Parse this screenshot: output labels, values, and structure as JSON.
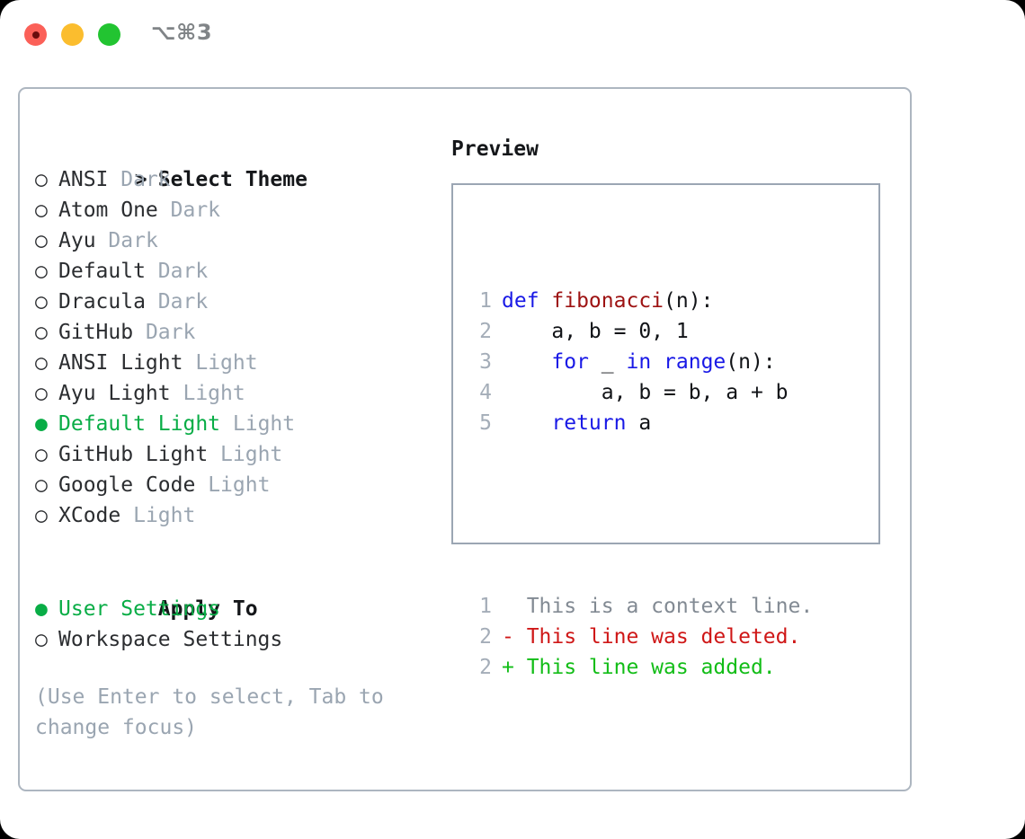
{
  "window": {
    "traffic_lights": [
      {
        "name": "close",
        "color": "#fb6058"
      },
      {
        "name": "minimize",
        "color": "#fbbd2e"
      },
      {
        "name": "zoom",
        "color": "#22c431"
      }
    ],
    "shortcut": "⌥⌘3"
  },
  "theme_list": {
    "heading_prefix": ">",
    "heading": "Select Theme",
    "unselected_bullet": "○",
    "selected_bullet": "●",
    "selected_color": "#09ad46",
    "items": [
      {
        "name": "ANSI",
        "tag": "Dark",
        "selected": false
      },
      {
        "name": "Atom One",
        "tag": "Dark",
        "selected": false
      },
      {
        "name": "Ayu",
        "tag": "Dark",
        "selected": false
      },
      {
        "name": "Default",
        "tag": "Dark",
        "selected": false
      },
      {
        "name": "Dracula",
        "tag": "Dark",
        "selected": false
      },
      {
        "name": "GitHub",
        "tag": "Dark",
        "selected": false
      },
      {
        "name": "ANSI Light",
        "tag": "Light",
        "selected": false
      },
      {
        "name": "Ayu Light",
        "tag": "Light",
        "selected": false
      },
      {
        "name": "Default Light",
        "tag": "Light",
        "selected": true
      },
      {
        "name": "GitHub Light",
        "tag": "Light",
        "selected": false
      },
      {
        "name": "Google Code",
        "tag": "Light",
        "selected": false
      },
      {
        "name": "XCode",
        "tag": "Light",
        "selected": false
      }
    ]
  },
  "apply_to": {
    "heading": "Apply To",
    "items": [
      {
        "name": "User Settings",
        "selected": true
      },
      {
        "name": "Workspace Settings",
        "selected": false
      }
    ]
  },
  "hint": "(Use Enter to select, Tab to change focus)",
  "preview": {
    "title": "Preview",
    "code_lines": [
      {
        "num": "1",
        "tokens": [
          {
            "t": "def ",
            "c": "kw"
          },
          {
            "t": "fibonacci",
            "c": "fn"
          },
          {
            "t": "(n):",
            "c": "pl"
          }
        ]
      },
      {
        "num": "2",
        "tokens": [
          {
            "t": "    a, b = 0, 1",
            "c": "pl"
          }
        ]
      },
      {
        "num": "3",
        "tokens": [
          {
            "t": "    ",
            "c": "pl"
          },
          {
            "t": "for",
            "c": "kw"
          },
          {
            "t": " _ ",
            "c": "pl"
          },
          {
            "t": "in range",
            "c": "kw"
          },
          {
            "t": "(n):",
            "c": "pl"
          }
        ]
      },
      {
        "num": "4",
        "tokens": [
          {
            "t": "        a, b = b, a + b",
            "c": "pl"
          }
        ]
      },
      {
        "num": "5",
        "tokens": [
          {
            "t": "    ",
            "c": "pl"
          },
          {
            "t": "return",
            "c": "kw"
          },
          {
            "t": " a",
            "c": "pl"
          }
        ]
      }
    ],
    "diff_lines": [
      {
        "num": "1",
        "text": "  This is a context line.",
        "c": "ctx"
      },
      {
        "num": "2",
        "text": "- This line was deleted.",
        "c": "del"
      },
      {
        "num": "2",
        "text": "+ This line was added.",
        "c": "add"
      }
    ]
  }
}
